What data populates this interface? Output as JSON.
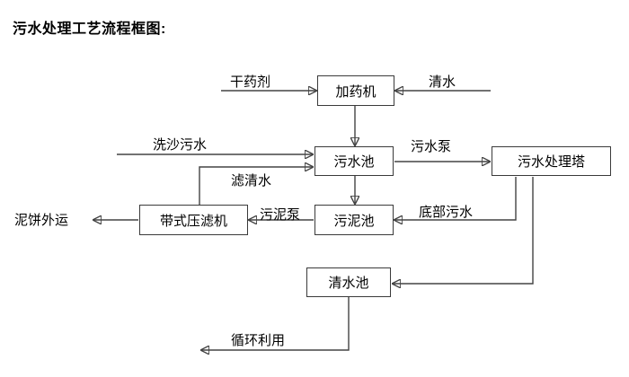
{
  "diagram": {
    "title": "污水处理工艺流程框图:",
    "nodes": [
      {
        "id": "dosing",
        "label": "加药机"
      },
      {
        "id": "sewage_pool",
        "label": "污水池"
      },
      {
        "id": "treat_tower",
        "label": "污水处理塔"
      },
      {
        "id": "belt_press",
        "label": "带式压滤机"
      },
      {
        "id": "sludge_pool",
        "label": "污泥池"
      },
      {
        "id": "clear_pool",
        "label": "清水池"
      }
    ],
    "edge_labels": [
      {
        "id": "dry_agent",
        "label": "干药剂"
      },
      {
        "id": "clean_water",
        "label": "清水"
      },
      {
        "id": "sand_wastewater",
        "label": "洗沙污水"
      },
      {
        "id": "filtrate",
        "label": "滤清水"
      },
      {
        "id": "sewage_pump",
        "label": "污水泵"
      },
      {
        "id": "sludge_pump",
        "label": "污泥泵"
      },
      {
        "id": "bottom_sewage",
        "label": "底部污水"
      },
      {
        "id": "recycle",
        "label": "循环利用"
      }
    ],
    "terminals": [
      {
        "id": "mud_cake_out",
        "label": "泥饼外运"
      }
    ],
    "colors": {
      "stroke": "#434343",
      "box_border": "#3a3a3a",
      "text": "#000000",
      "background": "#ffffff"
    }
  }
}
